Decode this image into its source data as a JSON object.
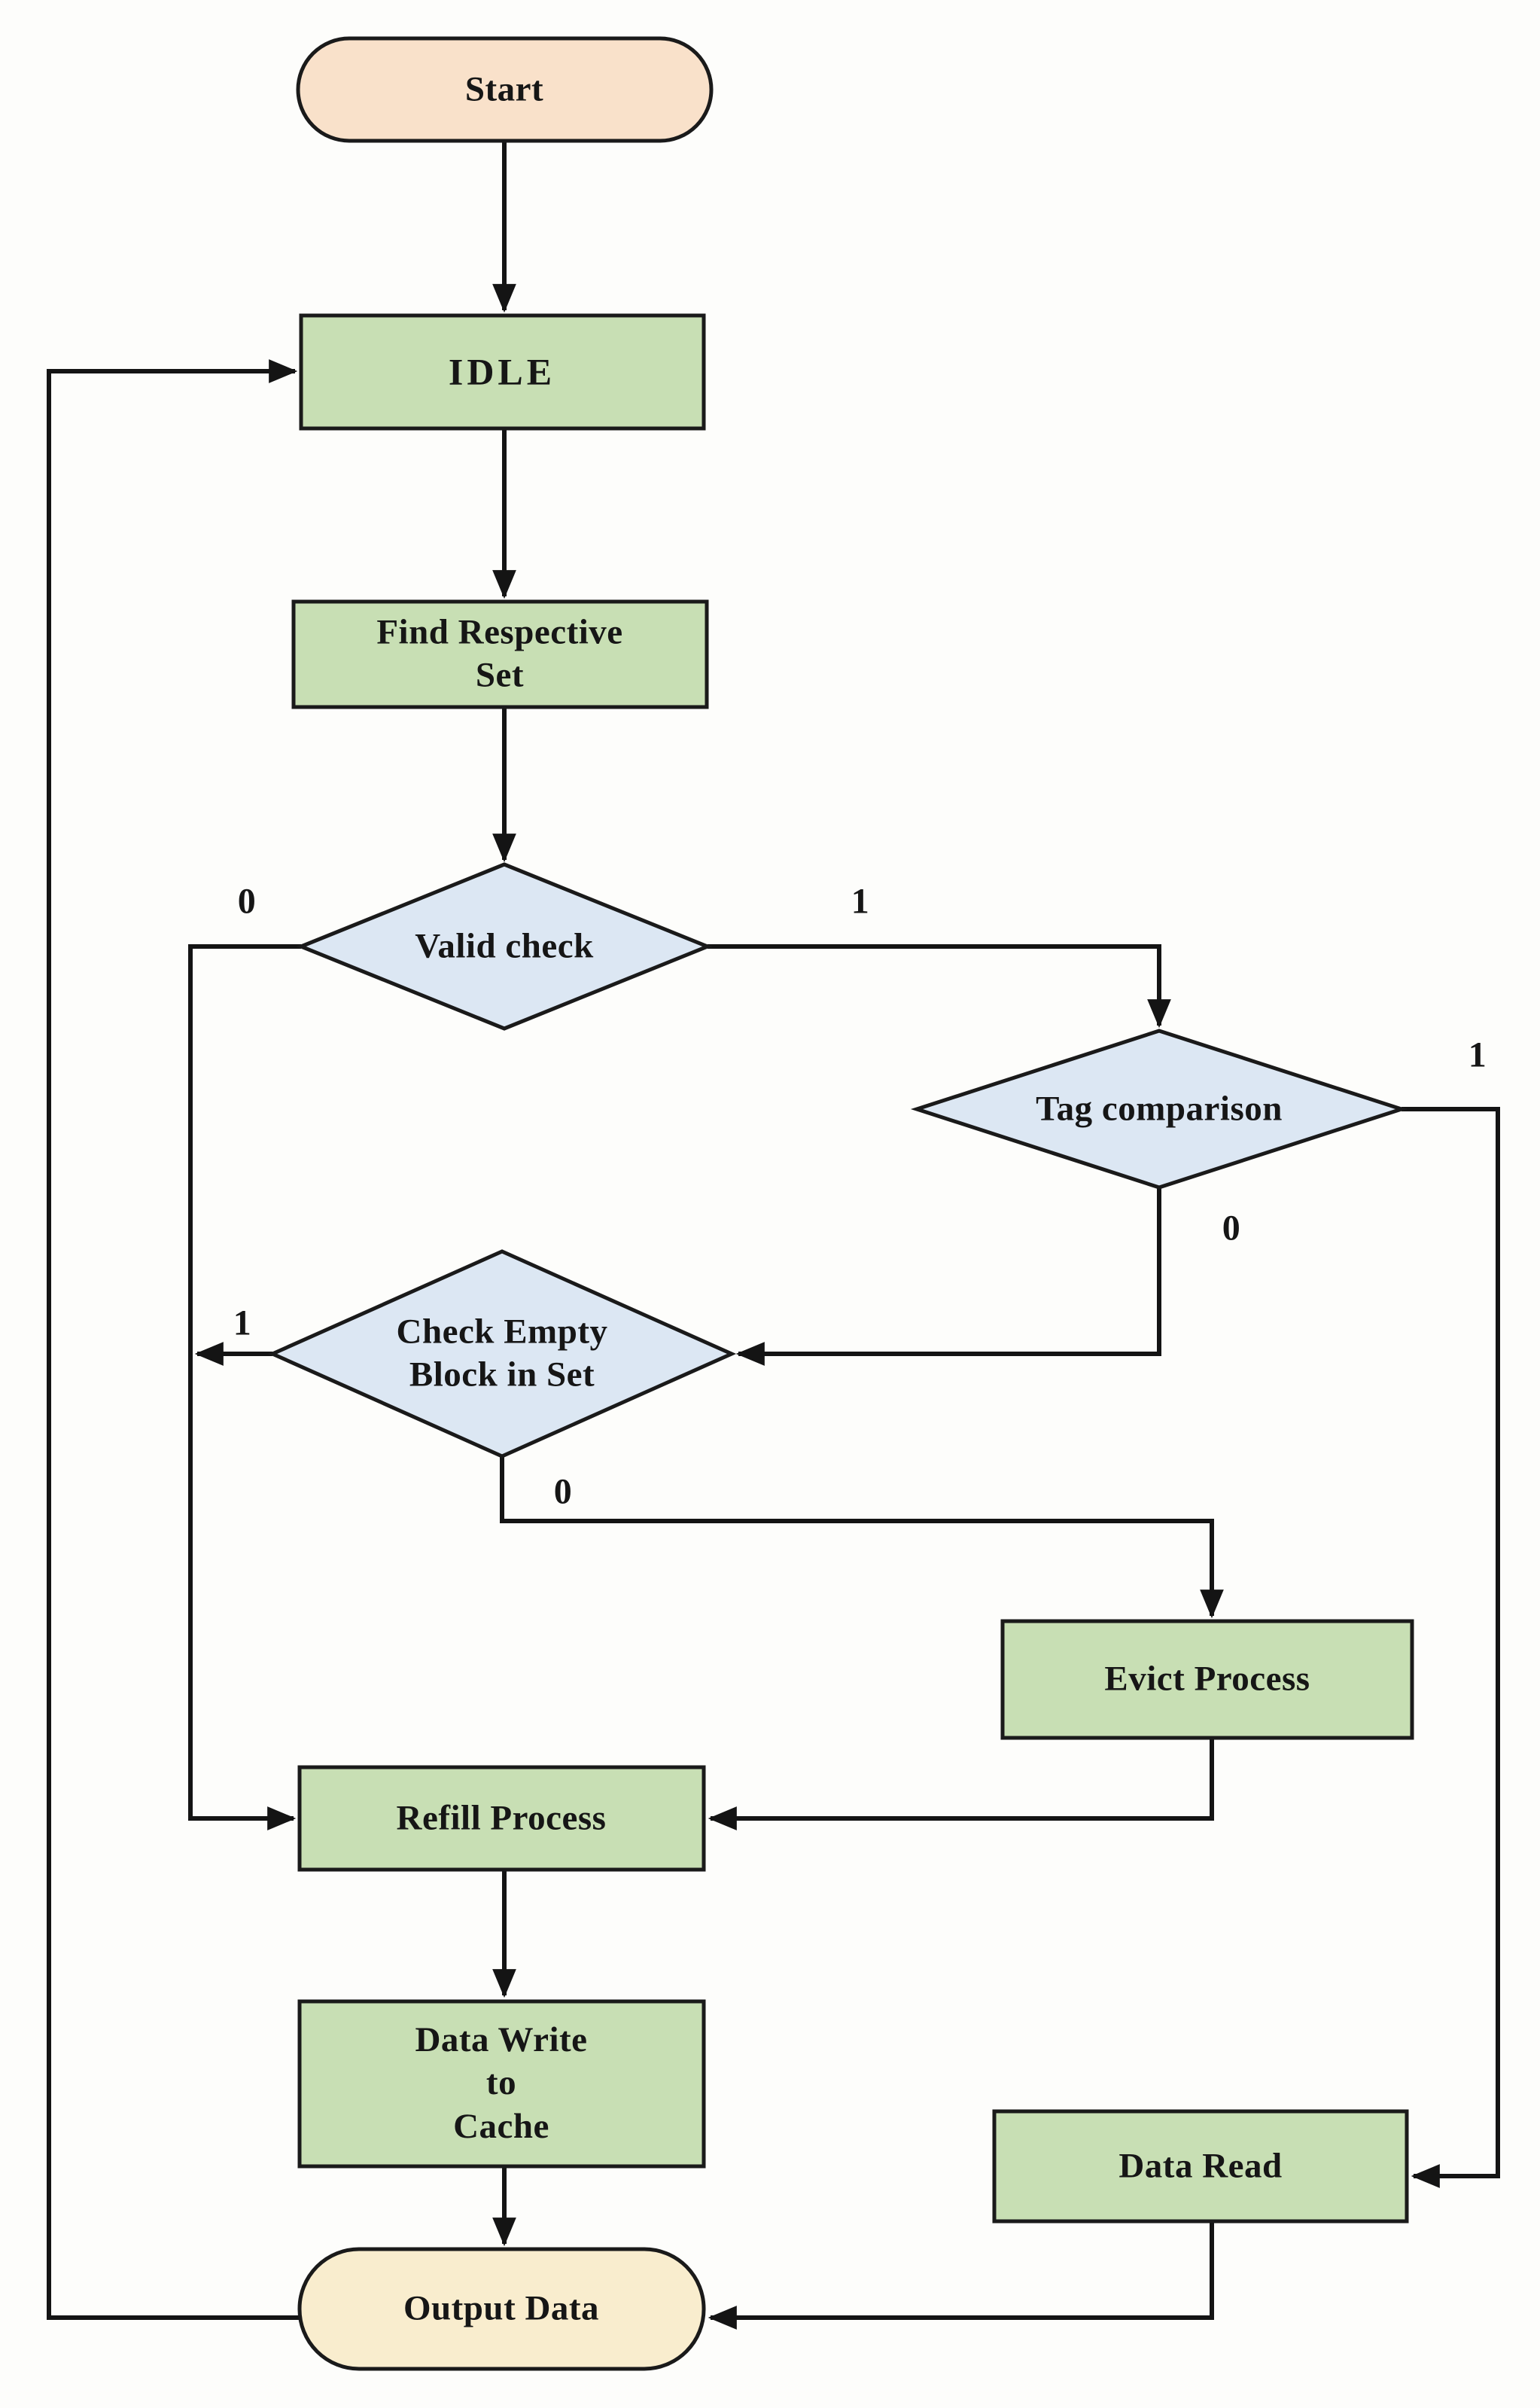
{
  "diagram": {
    "nodes": {
      "start": {
        "label": "Start"
      },
      "idle": {
        "label": "IDLE"
      },
      "find_set": {
        "label": "Find Respective\nSet"
      },
      "valid_check": {
        "label": "Valid check"
      },
      "tag_comparison": {
        "label": "Tag comparison"
      },
      "check_empty": {
        "label": "Check Empty\nBlock in Set"
      },
      "evict": {
        "label": "Evict Process"
      },
      "refill": {
        "label": "Refill Process"
      },
      "data_write": {
        "label": "Data Write\nto\nCache"
      },
      "data_read": {
        "label": "Data Read"
      },
      "output": {
        "label": "Output Data"
      }
    },
    "branch_labels": {
      "valid_0": "0",
      "valid_1": "1",
      "tag_1": "1",
      "tag_0": "0",
      "check_1": "1",
      "check_0": "0"
    },
    "colors": {
      "start_fill": "#f9e1ca",
      "output_fill": "#f9edce",
      "process_fill": "#c8dfb4",
      "decision_fill": "#dce7f3",
      "line_stroke": "#141414"
    }
  }
}
